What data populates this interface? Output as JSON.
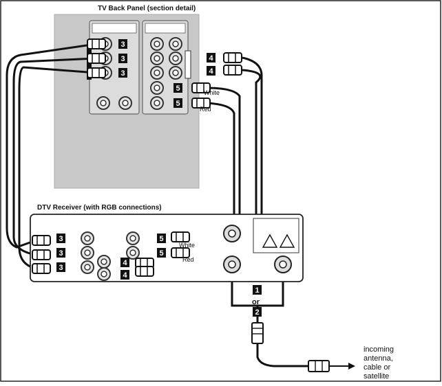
{
  "tv_panel": {
    "title": "TV Back Panel (section detail)"
  },
  "receiver": {
    "title": "DTV Receiver (with RGB connections)"
  },
  "steps": {
    "s1": "1",
    "s2": "2",
    "s3": "3",
    "s4": "4",
    "s5": "5"
  },
  "labels": {
    "white": "White",
    "red": "Red",
    "or": "or",
    "incoming_1": "incoming",
    "incoming_2": "antenna,",
    "incoming_3": "cable or",
    "incoming_4": "satellite"
  }
}
